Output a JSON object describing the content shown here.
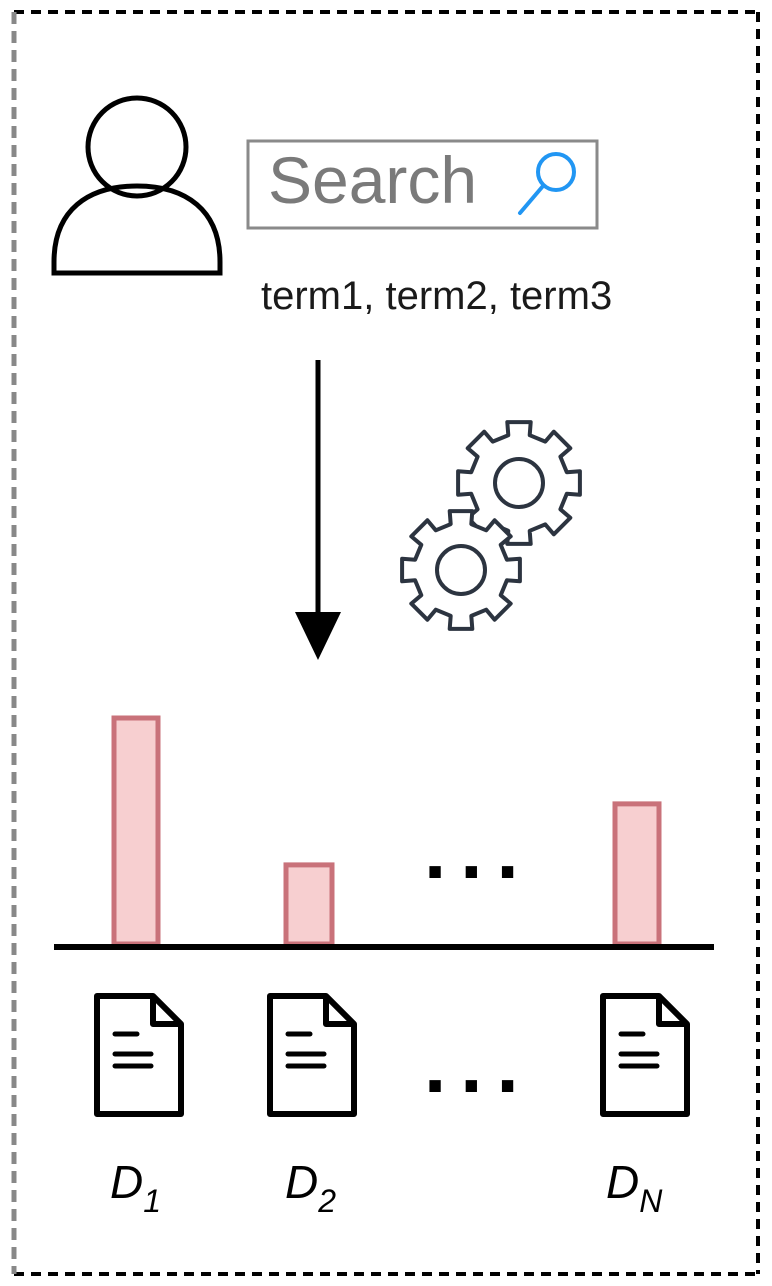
{
  "search": {
    "label": "Search"
  },
  "query": {
    "terms": "term1, term2, term3"
  },
  "ellipsis": "...",
  "documents": [
    {
      "letter": "D",
      "subscript": "1"
    },
    {
      "letter": "D",
      "subscript": "2"
    },
    {
      "letter": "D",
      "subscript": "N"
    }
  ],
  "scores": [
    1.0,
    0.35,
    0.62
  ],
  "colors": {
    "bar_fill": "#f7cfd0",
    "bar_stroke": "#c9727a",
    "search_icon": "#2196f3",
    "frame": "#000000",
    "gear_stroke": "#2c3440"
  },
  "icons": [
    "user-icon",
    "search-icon",
    "arrow-down-icon",
    "gears-icon",
    "document-icon"
  ]
}
